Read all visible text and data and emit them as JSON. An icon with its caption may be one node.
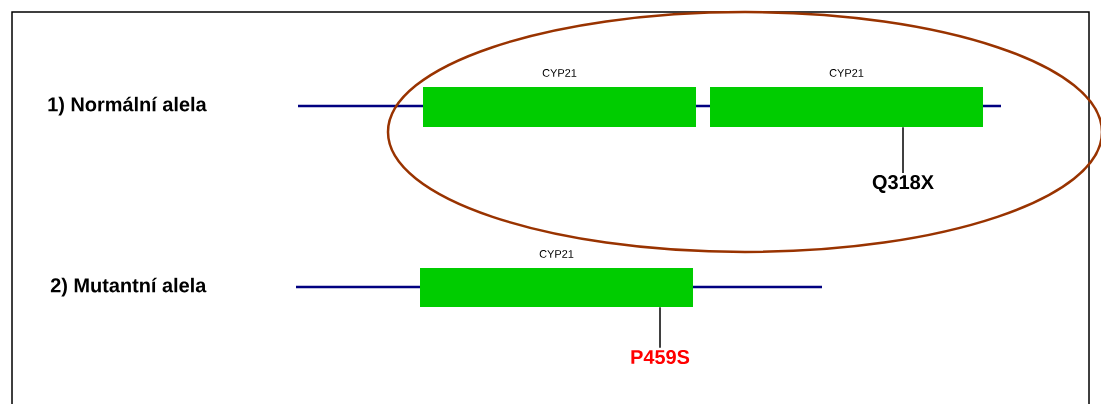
{
  "diagram": {
    "nodes": [
      {
        "text": [],
        "shape": "ellipse"
      },
      {
        "text": [
          "CYP21"
        ],
        "in": 0
      },
      {
        "text": [
          "CYP21"
        ],
        "in": 0
      },
      {
        "text": [
          "Q318X"
        ],
        "in": 0
      },
      {
        "text": [
          "CYP21"
        ]
      },
      {
        "text": [
          "P459S"
        ]
      }
    ],
    "edges": [
      {
        "from": 3,
        "to": 2,
        "arrow": "none"
      },
      {
        "from": 5,
        "to": 4,
        "arrow": "none"
      }
    ],
    "labels": [
      "1) Normální alela",
      "2) Mutantní alela"
    ]
  }
}
